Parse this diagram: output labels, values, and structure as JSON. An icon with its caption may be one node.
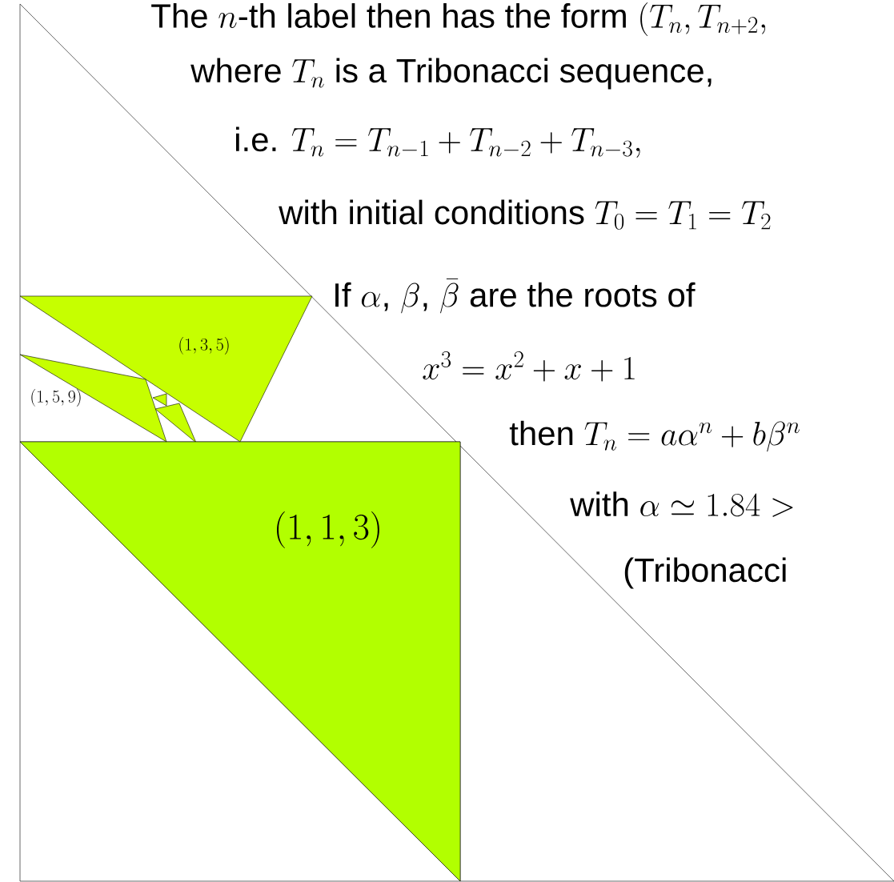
{
  "diagram": {
    "nodes": [
      {
        "text": [
          "(1,1,3)"
        ]
      },
      {
        "text": [
          "(1,3,5)"
        ]
      },
      {
        "text": [
          "(1,5,9)"
        ]
      }
    ],
    "labels": [
      "\\text{The } n\\text{-th label then has the form } (T_n, T_{n+2},",
      "\\text{where } T_n \\text{ is a Tribonacci sequence,}",
      "\\text{i.e. } T_n = T_{n-1} + T_{n-2} + T_{n-3},",
      "\\text{with initial conditions } T_0 = T_1 = T_2",
      "\\text{If } \\alpha\\text{, } \\beta\\text{, } \\bar\\beta \\text{ are the roots of}",
      "x^3 = x^2 + x + 1",
      "\\text{then } T_n = a\\alpha^n + b\\beta^n",
      "\\text{with } \\alpha \\simeq 1.84 >",
      "\\text{(Tribonacci}"
    ]
  }
}
